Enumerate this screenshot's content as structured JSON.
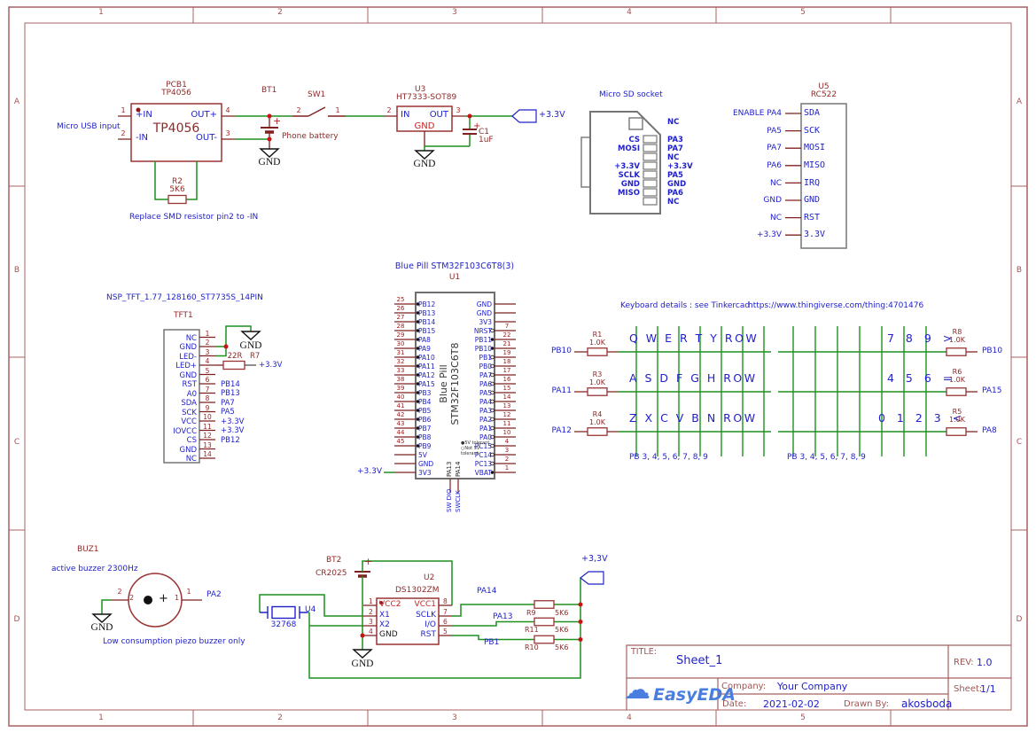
{
  "frame": {
    "cols": [
      "1",
      "2",
      "3",
      "4",
      "5"
    ],
    "rows": [
      "A",
      "B",
      "C",
      "D"
    ]
  },
  "gnd": "GND",
  "charger": {
    "ref": "PCB1",
    "part": "TP4056",
    "chip": "TP4056",
    "usb_label": "Micro USB input",
    "pin1": "1",
    "pin2": "2",
    "pin3": "3",
    "pin4": "4",
    "in_plus": "+IN",
    "in_minus": "-IN",
    "out_plus": "OUT+",
    "out_minus": "OUT-",
    "r2_ref": "R2",
    "r2_val": "5K6",
    "note": "Replace SMD resistor pin2 to -IN"
  },
  "bt1": {
    "ref": "BT1",
    "plus": "+",
    "label": "Phone battery"
  },
  "sw1": {
    "ref": "SW1",
    "pin1": "1",
    "pin2": "2"
  },
  "u3": {
    "ref": "U3",
    "part": "HT7333-SOT89",
    "pin2": "2",
    "pin3": "3",
    "in": "IN",
    "out": "OUT",
    "gnd": "GND",
    "cap_ref": "C1",
    "cap_val": "1uF",
    "cap_plus": "+",
    "net": "+3.3V"
  },
  "sd": {
    "title": "Micro SD socket",
    "left": [
      "CS",
      "MOSI",
      "",
      "+3.3V",
      "SCLK",
      "GND",
      "MISO"
    ],
    "right": [
      "NC",
      "",
      "PA3",
      "PA7",
      "NC",
      "+3.3V",
      "PA5",
      "GND",
      "PA6",
      "NC"
    ]
  },
  "u5": {
    "ref": "U5",
    "part": "RC522",
    "pins": [
      {
        "net": "ENABLE PA4",
        "name": "SDA"
      },
      {
        "net": "PA5",
        "name": "SCK"
      },
      {
        "net": "PA7",
        "name": "MOSI"
      },
      {
        "net": "PA6",
        "name": "MISO"
      },
      {
        "net": "NC",
        "name": "IRQ"
      },
      {
        "net": "GND",
        "name": "GND"
      },
      {
        "net": "NC",
        "name": "RST"
      },
      {
        "net": "+3.3V",
        "name": "3.3V"
      }
    ]
  },
  "tft": {
    "title": "NSP_TFT_1.77_128160_ST7735S_14PIN",
    "ref": "TFT1",
    "pins": [
      {
        "num": "1",
        "name": "NC",
        "net": ""
      },
      {
        "num": "2",
        "name": "GND",
        "net": ""
      },
      {
        "num": "3",
        "name": "LED-",
        "net": ""
      },
      {
        "num": "4",
        "name": "LED+",
        "net": ""
      },
      {
        "num": "5",
        "name": "GND",
        "net": ""
      },
      {
        "num": "6",
        "name": "RST",
        "net": "PB14"
      },
      {
        "num": "7",
        "name": "A0",
        "net": "PB13"
      },
      {
        "num": "8",
        "name": "SDA",
        "net": "PA7"
      },
      {
        "num": "9",
        "name": "SCK",
        "net": "PA5"
      },
      {
        "num": "10",
        "name": "VCC",
        "net": "+3.3V"
      },
      {
        "num": "11",
        "name": "IOVCC",
        "net": "+3.3V"
      },
      {
        "num": "12",
        "name": "CS",
        "net": "PB12"
      },
      {
        "num": "13",
        "name": "GND",
        "net": ""
      },
      {
        "num": "14",
        "name": "NC",
        "net": ""
      }
    ],
    "r7_val": "22R",
    "r7_ref": "R7",
    "r7_net": "+3.3V"
  },
  "u1": {
    "title": "Blue Pill STM32F103C6T8(3)",
    "ref": "U1",
    "left": [
      {
        "num": "25",
        "name": "PB12"
      },
      {
        "num": "26",
        "name": "PB13"
      },
      {
        "num": "27",
        "name": "PB14"
      },
      {
        "num": "28",
        "name": "PB15"
      },
      {
        "num": "29",
        "name": "PA8"
      },
      {
        "num": "30",
        "name": "PA9"
      },
      {
        "num": "31",
        "name": "PA10"
      },
      {
        "num": "32",
        "name": "PA11"
      },
      {
        "num": "33",
        "name": "PA12"
      },
      {
        "num": "38",
        "name": "PA15"
      },
      {
        "num": "39",
        "name": "PB3"
      },
      {
        "num": "40",
        "name": "PB4"
      },
      {
        "num": "41",
        "name": "PB5"
      },
      {
        "num": "42",
        "name": "PB6"
      },
      {
        "num": "43",
        "name": "PB7"
      },
      {
        "num": "44",
        "name": "PB8"
      },
      {
        "num": "45",
        "name": "PB9"
      },
      {
        "num": "",
        "name": "5V"
      },
      {
        "num": "",
        "name": "GND"
      },
      {
        "num": "",
        "name": "3V3"
      }
    ],
    "right": [
      {
        "num": "",
        "name": "GND"
      },
      {
        "num": "",
        "name": "GND"
      },
      {
        "num": "",
        "name": "3V3"
      },
      {
        "num": "7",
        "name": "NRST"
      },
      {
        "num": "22",
        "name": "PB11"
      },
      {
        "num": "21",
        "name": "PB10"
      },
      {
        "num": "19",
        "name": "PB1"
      },
      {
        "num": "18",
        "name": "PB0"
      },
      {
        "num": "17",
        "name": "PA7"
      },
      {
        "num": "16",
        "name": "PA6"
      },
      {
        "num": "15",
        "name": "PA5"
      },
      {
        "num": "14",
        "name": "PA4"
      },
      {
        "num": "13",
        "name": "PA3"
      },
      {
        "num": "12",
        "name": "PA2"
      },
      {
        "num": "11",
        "name": "PA1"
      },
      {
        "num": "10",
        "name": "PA0"
      },
      {
        "num": "4",
        "name": "PC15"
      },
      {
        "num": "3",
        "name": "PC14"
      },
      {
        "num": "2",
        "name": "PC13"
      },
      {
        "num": "1",
        "name": "VBAT"
      }
    ],
    "body_line1": "Blue Pill",
    "body_line2": "STM32F103C6T8",
    "tolerant_note": "●5V tolerant\n○Not 5V\ntolerant",
    "net_3v3": "+3.3V",
    "pa13": "PA13",
    "pa14": "PA14",
    "swdio": "SW DIO",
    "swclk": "SWCLK"
  },
  "keyboard": {
    "note": "Keyboard details : see Tinkercad",
    "url": "https://www.thingiverse.com/thing:4701476",
    "rows": [
      {
        "left_net": "PB10",
        "left_ref": "R1",
        "left_val": "1.0K",
        "letters": "Q W E R T Y ROW",
        "digits": "7 8 9 >",
        "right_ref": "R8",
        "right_val": "1.0K",
        "right_net": "PB10"
      },
      {
        "left_net": "PA11",
        "left_ref": "R3",
        "left_val": "1.0K",
        "letters": "A S D F G H ROW",
        "digits": "4 5 6 =",
        "right_ref": "R6",
        "right_val": "1.0K",
        "right_net": "PA15"
      },
      {
        "left_net": "PA12",
        "left_ref": "R4",
        "left_val": "1.0K",
        "letters": "Z X C V B N ROW",
        "digits": "0 1 2 3 <",
        "right_ref": "R5",
        "right_val": "1.0K",
        "right_net": "PA8"
      }
    ],
    "bus_left": "PB 3, 4, 5, 6, 7, 8, 9",
    "bus_right": "PB 3, 4, 5, 6, 7, 8, 9"
  },
  "buzzer": {
    "ref": "BUZ1",
    "top_note": "active buzzer 2300Hz",
    "bottom_note": "Low consumption piezo buzzer only",
    "pin1": "1",
    "pin2": "2",
    "plus": "+",
    "net": "PA2"
  },
  "rtc": {
    "bt_ref": "BT2",
    "bt_part": "CR2025",
    "bt_plus": "+",
    "ref": "U2",
    "part": "DS1302ZM",
    "p1": "1",
    "p2": "2",
    "p3": "3",
    "p4": "4",
    "p5": "5",
    "p6": "6",
    "p7": "7",
    "p8": "8",
    "vcc2": "VCC2",
    "x1": "X1",
    "x2": "X2",
    "gnd": "GND",
    "vcc1": "VCC1",
    "sclk": "SCLK",
    "io": "I/O",
    "rst": "RST",
    "xtal_ref": "U4",
    "xtal_val": "32768",
    "net_sclk": "PA14",
    "net_io": "PA13",
    "net_rst": "PB1",
    "r9": "R9",
    "r9_val": "5K6",
    "r11": "R11",
    "r11_val": "5K6",
    "r10": "R10",
    "r10_val": "5K6",
    "rail": "+3,3V"
  },
  "title_block": {
    "title_label": "TITLE:",
    "title": "Sheet_1",
    "rev_label": "REV:",
    "rev": "1.0",
    "company_label": "Company:",
    "company": "Your Company",
    "sheet_label": "Sheet:",
    "sheet": "1/1",
    "date_label": "Date:",
    "date": "2021-02-02",
    "drawn_label": "Drawn By:",
    "drawn": "akosboda",
    "logo_text": "EasyEDA"
  }
}
